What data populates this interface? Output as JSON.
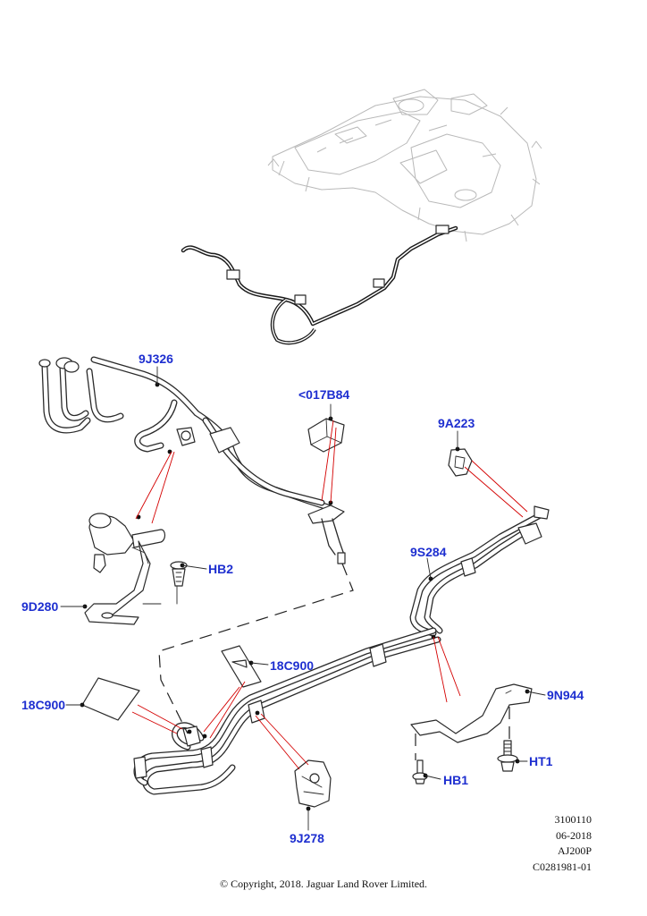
{
  "callouts": {
    "c9J326": "9J326",
    "c017B84": "<017B84",
    "c9A223": "9A223",
    "cHB2": "HB2",
    "c9S284": "9S284",
    "c9D280": "9D280",
    "c18C900a": "18C900",
    "c18C900b": "18C900",
    "c9N944": "9N944",
    "cHT1": "HT1",
    "cHB1": "HB1",
    "c9J278": "9J278"
  },
  "meta": {
    "line1": "3100110",
    "line2": "06-2018",
    "line3": "AJ200P",
    "line4": "C0281981-01"
  },
  "copyright": "© Copyright, 2018. Jaguar Land Rover Limited.",
  "colors": {
    "callout": "#1e2fd0",
    "leader": "#d40000",
    "line_art": "#2a2a2a",
    "ghost": "#b9b9b9"
  }
}
